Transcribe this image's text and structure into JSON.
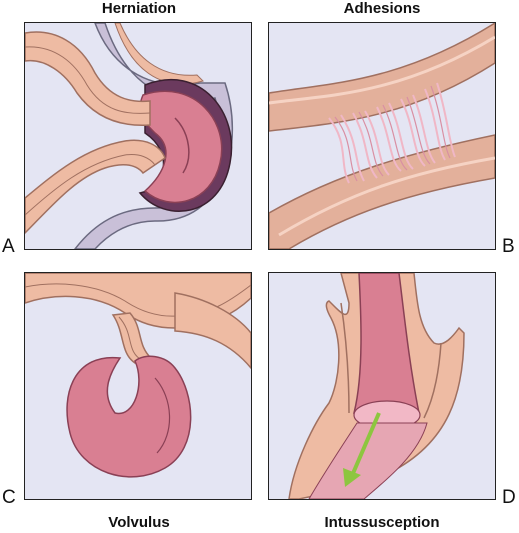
{
  "panels": {
    "a": {
      "letter": "A",
      "title": "Herniation"
    },
    "b": {
      "letter": "B",
      "title": "Adhesions"
    },
    "c": {
      "letter": "C",
      "title": "Volvulus"
    },
    "d": {
      "letter": "D",
      "title": "Intussusception"
    }
  },
  "colors": {
    "panel_background": "#e4e5f3",
    "bowel_tan": "#eebba3",
    "bowel_pink": "#d97f92",
    "bowel_dark": "#6b3a5e",
    "adhesion_pink": "#f0b7c6",
    "arrow_green": "#8dc63f"
  }
}
